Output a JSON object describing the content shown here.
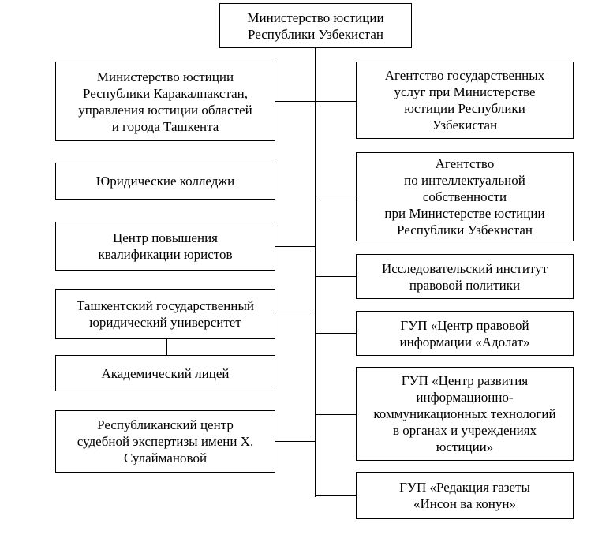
{
  "diagram": {
    "root": "Министерство юстиции\nРеспублики Узбекистан",
    "left": [
      "Министерство юстиции\nРеспублики Каракалпакстан,\nуправления юстиции областей\nи города Ташкента",
      "Юридические колледжи",
      "Центр повышения\nквалификации юристов",
      "Ташкентский государственный\nюридический университет",
      "Академический лицей",
      "Республиканский центр\nсудебной экспертизы имени Х.\nСулаймановой"
    ],
    "right": [
      "Агентство государственных\nуслуг при Министерстве\nюстиции Республики\nУзбекистан",
      "Агентство\nпо интеллектуальной\nсобственности\nпри Министерстве юстиции\nРеспублики Узбекистан",
      "Исследовательский институт\nправовой политики",
      "ГУП «Центр правовой\nинформации «Адолат»",
      "ГУП «Центр развития\nинформационно-\nкоммуникационных технологий\nв органах и учреждениях\nюстиции»",
      "ГУП «Редакция газеты\n«Инсон ва конун»"
    ]
  }
}
